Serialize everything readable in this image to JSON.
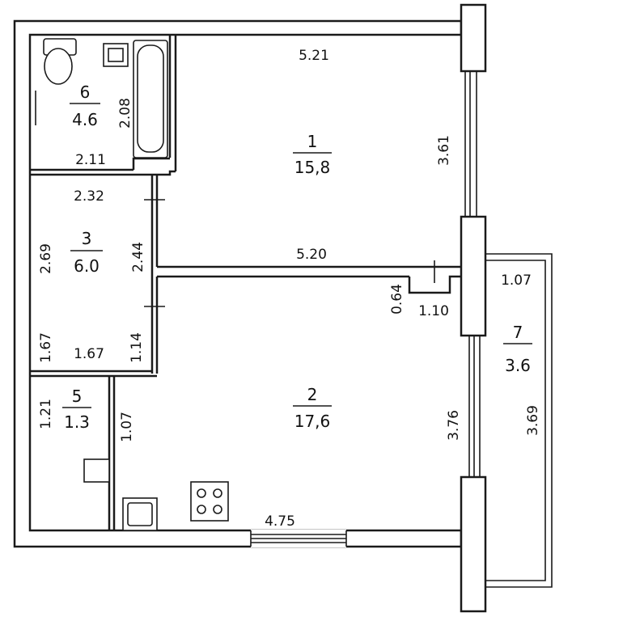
{
  "colors": {
    "wall": "#1a1a1a",
    "background": "#ffffff"
  },
  "rooms": [
    {
      "number": "1",
      "area": "15,8"
    },
    {
      "number": "2",
      "area": "17,6"
    },
    {
      "number": "3",
      "area": "6.0"
    },
    {
      "number": "5",
      "area": "1.3"
    },
    {
      "number": "6",
      "area": "4.6"
    },
    {
      "number": "7",
      "area": "3.6"
    }
  ],
  "dimensions": {
    "room1_width": "5.21",
    "room1_depth": "3.61",
    "room1_lower_wall": "5.20",
    "bath_height": "2.08",
    "bath_width": "2.11",
    "hall_width": "2.32",
    "hall_left": "2.69",
    "hall_right": "2.44",
    "hall_lower_left": "1.67",
    "hall_lower_bottom": "1.67",
    "hall_lower_right": "1.14",
    "niche_depth": "0.64",
    "niche_width": "1.10",
    "balcony_width": "1.07",
    "balcony_length": "3.69",
    "room2_depth": "3.76",
    "room2_bottom": "4.75",
    "closet_height": "1.21",
    "closet_side": "1.07"
  }
}
